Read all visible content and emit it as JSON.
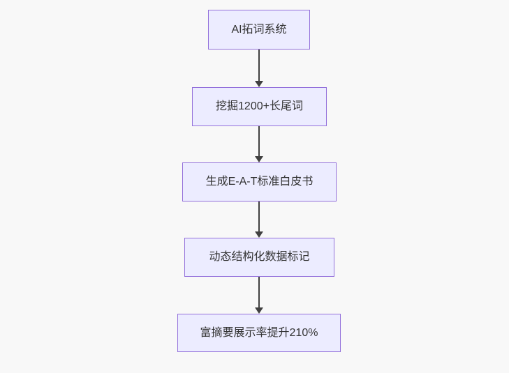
{
  "diagram": {
    "type": "flowchart",
    "direction": "top-down",
    "nodes": [
      {
        "id": "n1",
        "label": "AI拓词系统"
      },
      {
        "id": "n2",
        "label": "挖掘1200+长尾词"
      },
      {
        "id": "n3",
        "label": "生成E-A-T标准白皮书"
      },
      {
        "id": "n4",
        "label": "动态结构化数据标记"
      },
      {
        "id": "n5",
        "label": "富摘要展示率提升210%"
      }
    ],
    "edges": [
      {
        "from": "n1",
        "to": "n2"
      },
      {
        "from": "n2",
        "to": "n3"
      },
      {
        "from": "n3",
        "to": "n4"
      },
      {
        "from": "n4",
        "to": "n5"
      }
    ],
    "colors": {
      "background": "#f8f8f8",
      "node_fill": "#ECECFF",
      "node_border": "#9370DB",
      "node_text": "#333333",
      "edge": "#404040"
    }
  }
}
